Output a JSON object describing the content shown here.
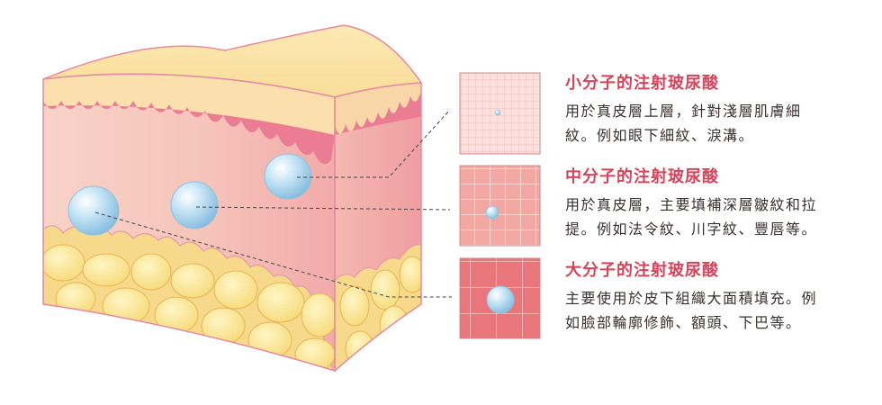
{
  "colors": {
    "title": "#d9435a",
    "text": "#3a2f2f",
    "dermis": "#f6c9c0",
    "epidermis_top": "#fbe3a6",
    "fat": "#f7df84",
    "droplet": "#a8d5ee",
    "box_small": "#fbe1de",
    "box_medium": "#f2a7a3",
    "box_large": "#e8767a"
  },
  "items": [
    {
      "title": "小分子的注射玻尿酸",
      "text": "用於真皮層上層，針對淺層肌膚細\n紋。例如眼下細紋、淚溝。"
    },
    {
      "title": "中分子的注射玻尿酸",
      "text": "用於真皮層，主要填補深層皺紋和拉\n提。例如法令紋、川字紋、豐唇等。"
    },
    {
      "title": "大分子的注射玻尿酸",
      "text": "主要使用於皮下組織大面積填充。例\n如臉部輪廓修飾、額頭、下巴等。"
    }
  ]
}
